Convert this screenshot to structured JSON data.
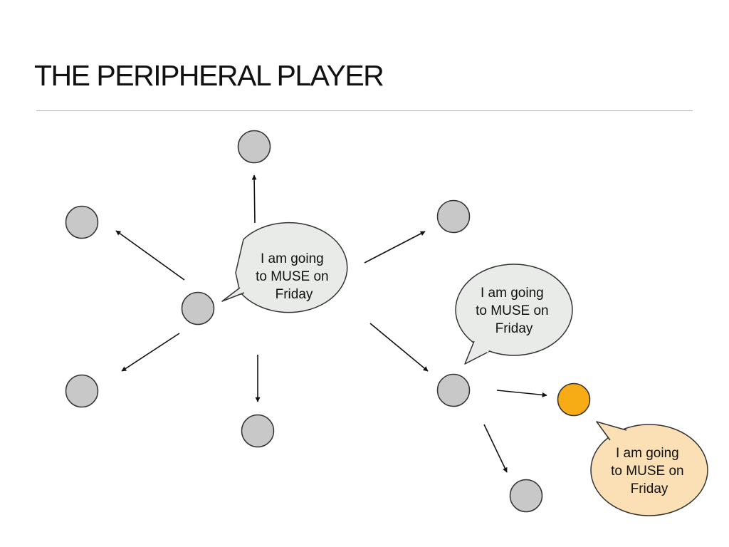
{
  "slide": {
    "title": "THE PERIPHERAL PLAYER"
  },
  "colors": {
    "node_fill": "#c8c8c8",
    "node_stroke": "#333333",
    "highlight_fill": "#f7ab14",
    "bubble_fill": "#e9ebe9",
    "highlight_bubble_fill": "#fbe0b5",
    "line": "#111111"
  },
  "bubbles": [
    {
      "id": "center",
      "lines": [
        "I am going",
        "to MUSE on",
        "Friday"
      ]
    },
    {
      "id": "relay",
      "lines": [
        "I am going",
        "to MUSE on",
        "Friday"
      ]
    },
    {
      "id": "peripheral",
      "lines": [
        "I am going",
        "to MUSE on",
        "Friday"
      ]
    }
  ]
}
